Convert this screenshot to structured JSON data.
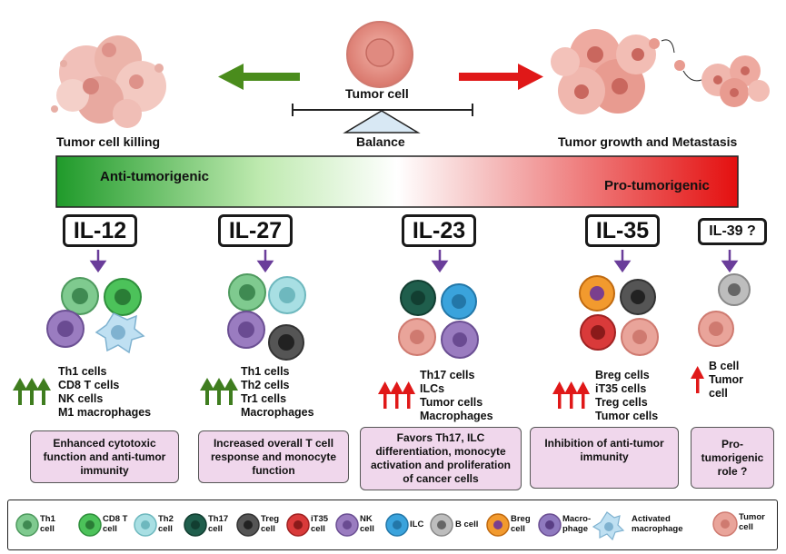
{
  "header": {
    "tumor_cell": "Tumor cell",
    "balance": "Balance",
    "left_outcome": "Tumor cell killing",
    "right_outcome": "Tumor growth and Metastasis",
    "gradient_left": "Anti-tumorigenic",
    "gradient_right": "Pro-tumorigenic"
  },
  "columns": [
    {
      "cytokine": "IL-12",
      "cells": "Th1 cells\nCD8 T cells\nNK cells\nM1 macrophages",
      "trend": "up-green",
      "effect": "Enhanced cytotoxic function and anti-tumor immunity"
    },
    {
      "cytokine": "IL-27",
      "cells": "Th1 cells\nTh2 cells\nTr1 cells\nMacrophages",
      "trend": "up-green",
      "effect": "Increased overall T cell response and monocyte function"
    },
    {
      "cytokine": "IL-23",
      "cells": "Th17 cells\nILCs\nTumor cells\nMacrophages",
      "trend": "up-red",
      "effect": "Favors Th17, ILC differentiation, monocyte activation and proliferation of cancer cells"
    },
    {
      "cytokine": "IL-35",
      "cells": "Breg cells\niT35 cells\nTreg cells\nTumor cells",
      "trend": "up-red",
      "effect": "Inhibition of anti-tumor immunity"
    },
    {
      "cytokine": "IL-39 ?",
      "cells": "B cell\nTumor\ncell",
      "trend": "up-red-single",
      "effect": "Pro-tumorigenic role ?"
    }
  ],
  "legend": [
    {
      "label": "Th1\ncell",
      "icon": "th1-cell-icon",
      "color": "#7fca8f"
    },
    {
      "label": "CD8 T\ncell",
      "icon": "cd8-t-cell-icon",
      "color": "#4cc25a"
    },
    {
      "label": "Th2\ncell",
      "icon": "th2-cell-icon",
      "color": "#a8dfe3"
    },
    {
      "label": "Th17\ncell",
      "icon": "th17-cell-icon",
      "color": "#1f5e4c"
    },
    {
      "label": "Treg\ncell",
      "icon": "treg-cell-icon",
      "color": "#444444"
    },
    {
      "label": "iT35\ncell",
      "icon": "it35-cell-icon",
      "color": "#d93a3a"
    },
    {
      "label": "NK\ncell",
      "icon": "nk-cell-icon",
      "color": "#9a7cc0"
    },
    {
      "label": "ILC",
      "icon": "ilc-icon",
      "color": "#3aa3dc"
    },
    {
      "label": "B cell",
      "icon": "b-cell-icon",
      "color": "#bdbdbd"
    },
    {
      "label": "Breg\ncell",
      "icon": "breg-cell-icon",
      "color": "#f29a2e"
    },
    {
      "label": "Macro-\nphage",
      "icon": "macrophage-icon",
      "color": "#8f79bf"
    },
    {
      "label": "Activated\nmacrophage",
      "icon": "activated-macrophage-icon",
      "color": "#bfe0f2"
    },
    {
      "label": "Tumor\ncell",
      "icon": "tumor-cell-icon",
      "color": "#e9a49a"
    }
  ],
  "colors": {
    "anti": "#2e9a2e",
    "pro": "#e01818",
    "arrow_purple": "#6a3d9a",
    "effect_bg": "#f0d7ec"
  }
}
